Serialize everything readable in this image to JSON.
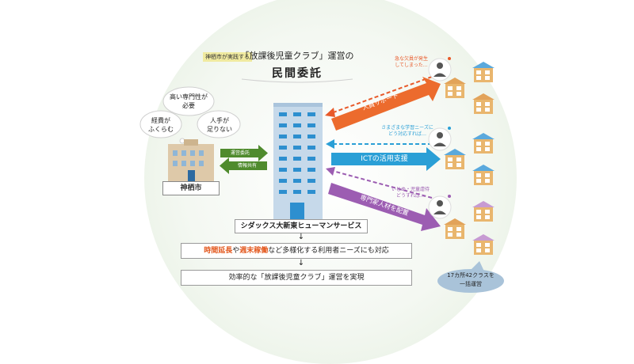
{
  "header": {
    "tag": "神栖市が実践する",
    "title": "「放課後児童クラブ」運営の",
    "subtitle": "民間委託"
  },
  "clouds": {
    "top": "高い専門性が\n必要",
    "left": "経費が\nふくらむ",
    "right": "人手が\n足りない"
  },
  "city": {
    "label": "神栖市"
  },
  "small_arrows": {
    "top": "運営委託",
    "bottom": "情報共有"
  },
  "band_arrows": {
    "staff": "人員サポート",
    "ict": "ICTの活用支援",
    "specialist": "専門家人材を配置"
  },
  "speech": {
    "one": "急な欠員が発生\nしてしまった…",
    "two": "さまざまな学習ニーズに\nどう対応すれば…",
    "three": "いじめ・児童虐待\nどうすれば…"
  },
  "company": {
    "name": "シダックス大新東ヒューマンサービス"
  },
  "flow": {
    "arrow": "↓",
    "need_part1": "時間延長",
    "need_part2": "や",
    "need_part3": "週末稼働",
    "need_part4": "など多様化する利用者ニーズにも対応",
    "result": "効率的な「放課後児童クラブ」運営を実現"
  },
  "bubble": {
    "line1": "17カ所42クラスを",
    "line2": "一括運営"
  },
  "colors": {
    "orange": "#ec6b2d",
    "blue": "#2a9fd6",
    "purple": "#9c5db2",
    "green": "#4f8b2d",
    "building": "#c6d9ea"
  }
}
